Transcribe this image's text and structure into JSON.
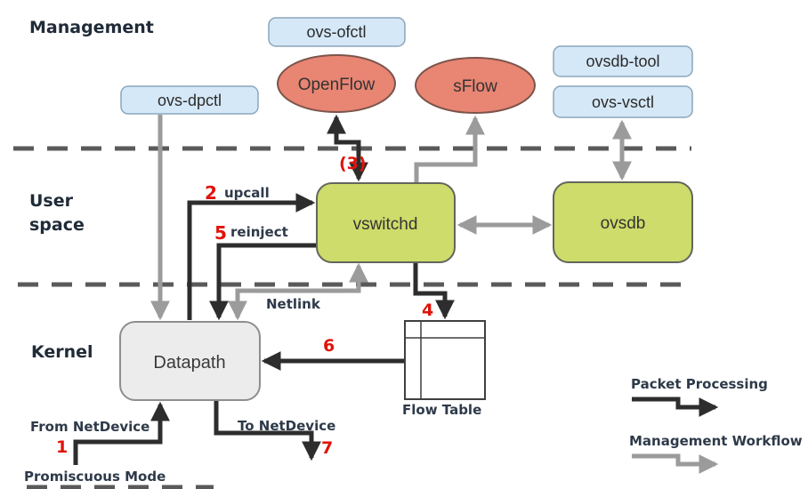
{
  "layers": {
    "management": "Management",
    "user_line1": "User",
    "user_line2": "space",
    "kernel": "Kernel"
  },
  "nodes": {
    "ovs_ofctl": "ovs-ofctl",
    "ovs_dpctl": "ovs-dpctl",
    "ovsdb_tool": "ovsdb-tool",
    "ovs_vsctl": "ovs-vsctl",
    "openflow": "OpenFlow",
    "sflow": "sFlow",
    "vswitchd": "vswitchd",
    "ovsdb": "ovsdb",
    "datapath": "Datapath",
    "flow_table": "Flow Table"
  },
  "steps": {
    "n1": "1",
    "n2": "2",
    "n3": "(3)",
    "n4": "4",
    "n5": "5",
    "n6": "6",
    "n7": "7"
  },
  "edge_labels": {
    "upcall": "upcall",
    "reinject": "reinject",
    "netlink": "Netlink",
    "from_netdevice": "From NetDevice",
    "to_netdevice": "To NetDevice",
    "promiscuous_mode": "Promiscuous Mode"
  },
  "legend": {
    "packet_processing": "Packet Processing",
    "management_workflow": "Management Workflow"
  },
  "palette": {
    "tool_box_fill": "#d5e8f7",
    "tool_box_border": "#8ca6ba",
    "daemon_fill": "#cddc6a",
    "daemon_border": "#63665c",
    "protocol_fill": "#e98573",
    "protocol_border": "#7c544b",
    "datapath_fill": "#ececec",
    "datapath_border": "#8e8e8e",
    "packet_arrow": "#2d2d2d",
    "management_arrow": "#9b9b9b",
    "step_number_red": "#e01309",
    "label_navy": "#2e3a49",
    "dashed_separator": "#5a5a5a"
  }
}
